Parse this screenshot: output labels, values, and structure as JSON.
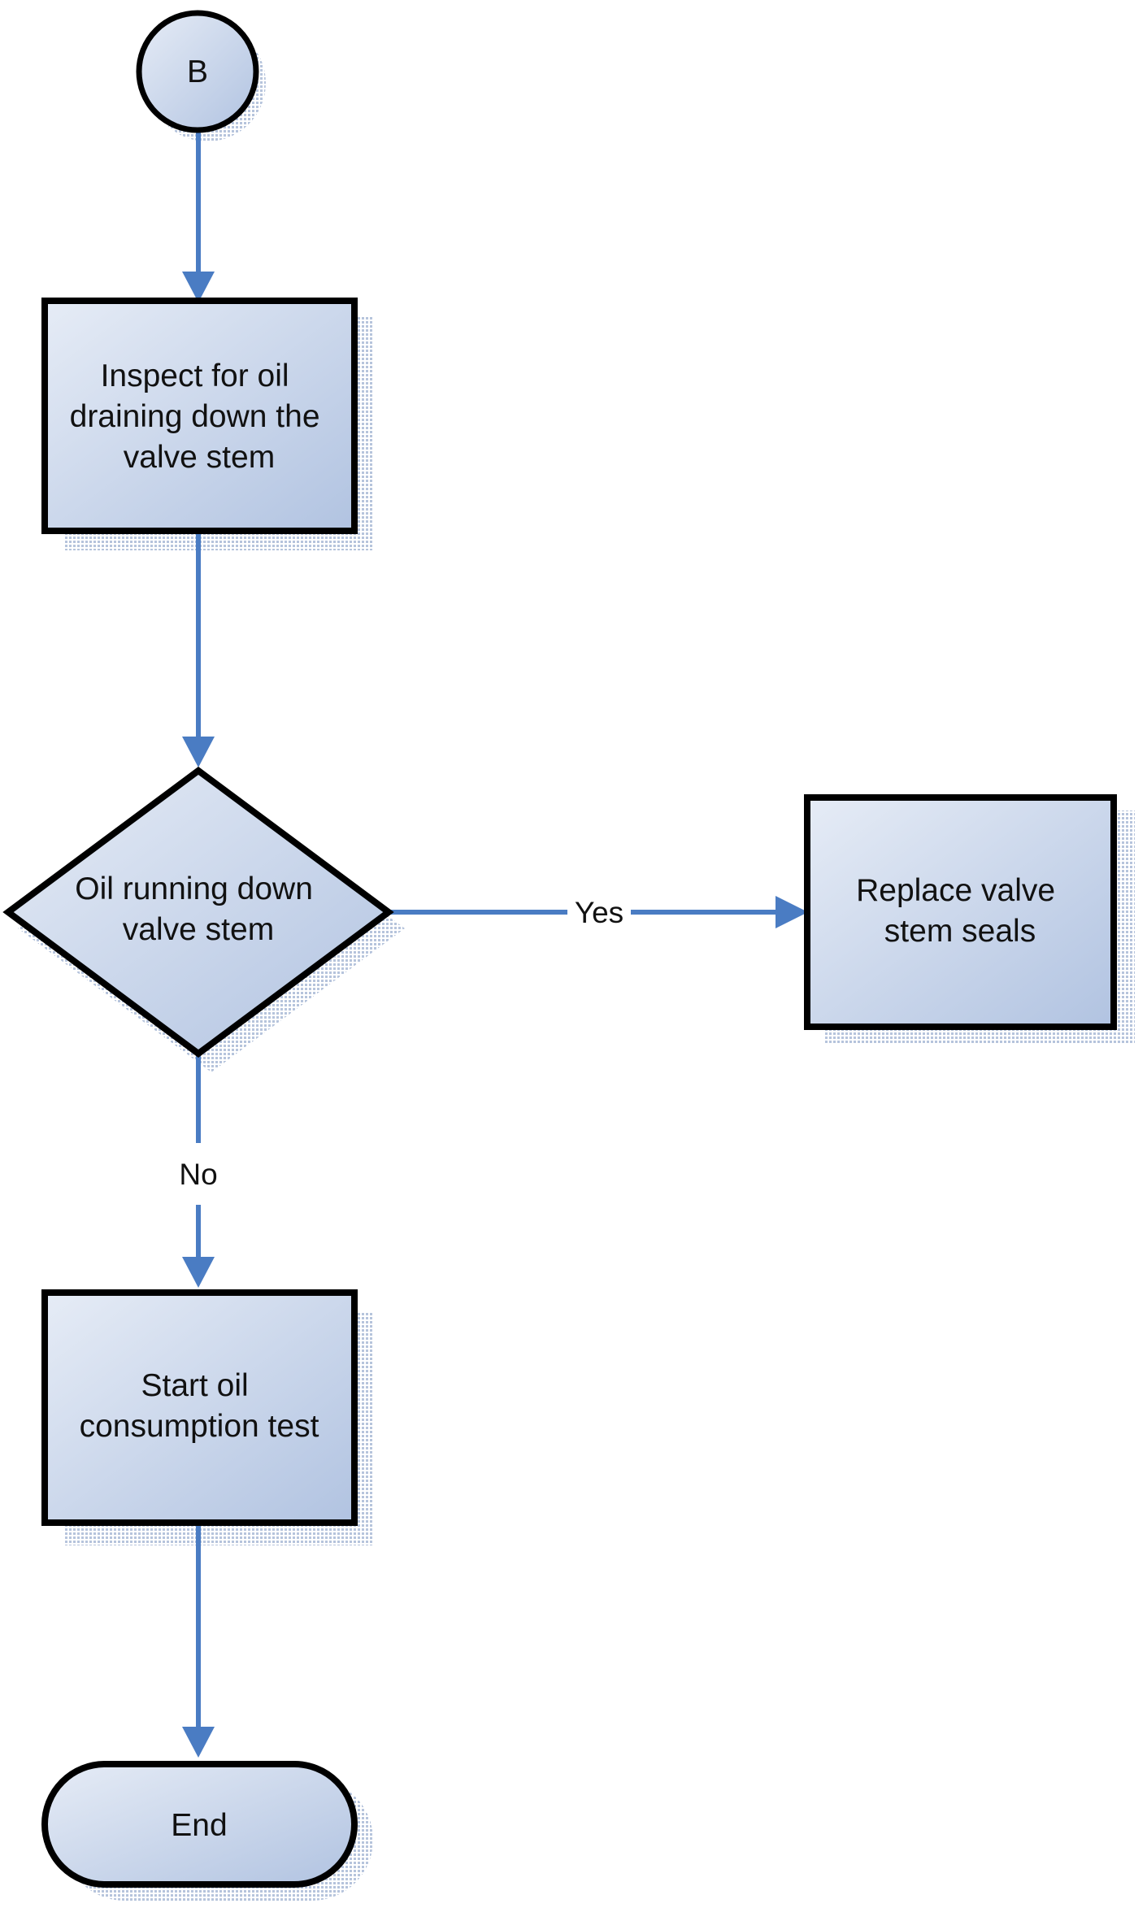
{
  "colors": {
    "node_fill_light": "#e6ecf6",
    "node_fill_dark": "#b1c3e1",
    "node_stroke": "#000000",
    "connector": "#4a7cc3",
    "shadow": "#b6c4dc"
  },
  "nodes": {
    "connector_b": {
      "label": "B"
    },
    "inspect": {
      "lines": [
        "Inspect for oil",
        "draining down the",
        "valve stem"
      ]
    },
    "decision": {
      "lines": [
        "Oil running down",
        "valve stem"
      ]
    },
    "replace": {
      "lines": [
        "Replace valve",
        "stem seals"
      ]
    },
    "start_test": {
      "lines": [
        "Start oil",
        "consumption test"
      ]
    },
    "end": {
      "label": "End"
    }
  },
  "edges": {
    "yes_label": "Yes",
    "no_label": "No"
  }
}
